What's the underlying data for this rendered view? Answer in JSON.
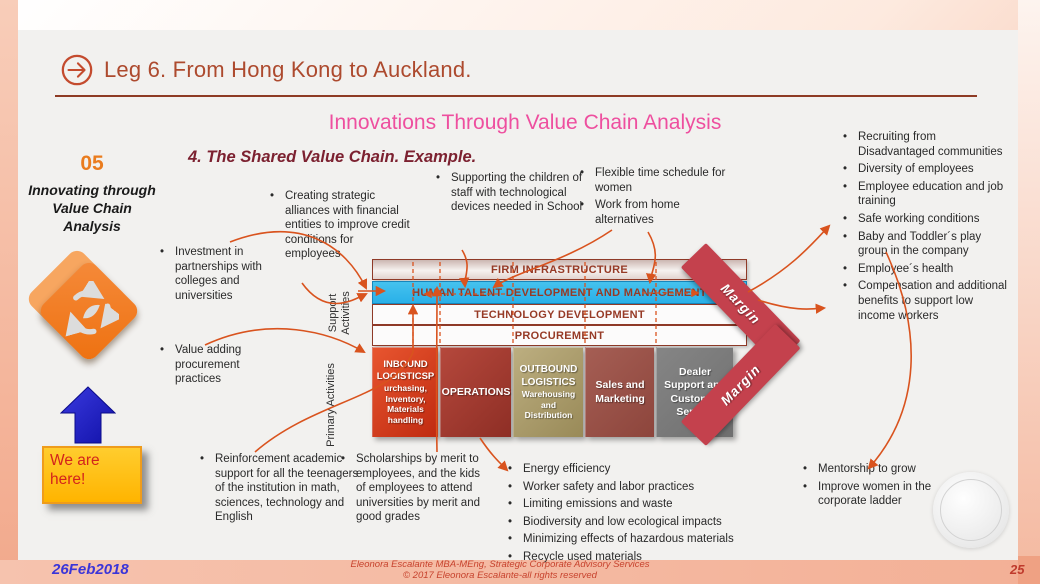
{
  "header": {
    "title": "Leg 6. From Hong Kong to Auckland."
  },
  "titles": {
    "main": "Innovations Through Value Chain Analysis",
    "sub": "4. The Shared Value Chain. Example."
  },
  "left_panel": {
    "number": "05",
    "label": "Innovating through Value Chain Analysis",
    "we_are_here": "We are here!"
  },
  "notes": {
    "investment": "Investment in partnerships with colleges and universities",
    "value_adding": "Value adding procurement practices",
    "creating": "Creating strategic alliances with financial entities to improve credit conditions for employees",
    "supporting": "Supporting the children of staff with technological devices needed in School",
    "flexible": [
      "Flexible time schedule for women",
      "Work from home alternatives"
    ],
    "hr_list": [
      "Recruiting from Disadvantaged communities",
      "Diversity of employees",
      "Employee education and job training",
      "Safe working conditions",
      "Baby and Toddler´s play group in the company",
      "Employee´s health",
      "Compensation and additional benefits to support low income workers"
    ],
    "reinforcement": "Reinforcement academic support for all the teenagers of the institution in math, sciences, technology and English",
    "scholarships": "Scholarships by merit to employees, and the kids of employees to attend universities by merit and good grades",
    "operations_list": [
      "Energy efficiency",
      "Worker safety and labor practices",
      "Limiting emissions and waste",
      "Biodiversity and low ecological impacts",
      "Minimizing effects of hazardous materials",
      "Recycle used materials"
    ],
    "mentorship_list": [
      "Mentorship to grow",
      "Improve women in the corporate ladder"
    ]
  },
  "value_chain": {
    "support_label": "Support Activities",
    "primary_label": "Primary Activities",
    "support_bars": [
      "FIRM INFRASTRUCTURE",
      "HUMAN TALENT DEVELOPMENT AND MANAGEMENT",
      "TECHNOLOGY DEVELOPMENT",
      "PROCUREMENT"
    ],
    "primary_boxes": [
      {
        "title": "INBOUND LOGISTICSP",
        "sub": "urchasing, Inventory, Materials handling"
      },
      {
        "title": "OPERATIONS",
        "sub": ""
      },
      {
        "title": "OUTBOUND LOGISTICS",
        "sub": "Warehousing and Distribution"
      },
      {
        "title": "Sales and Marketing",
        "sub": ""
      },
      {
        "title": "Dealer Support and Customer Service",
        "sub": ""
      }
    ],
    "margin_label": "Margin"
  },
  "footer": {
    "date": "26Feb2018",
    "line1": "Eleonora Escalante MBA-MEng, Strategic Corporate Advisory Services",
    "line2": "© 2017 Eleonora Escalante-all rights reserved",
    "page_number": "25"
  },
  "colors": {
    "accent_connector": "#d9531e",
    "title_brick": "#ad4a2e",
    "magenta": "#ee4f9f",
    "maroon": "#7c2130",
    "chain_blue": "#29b0e8",
    "margin_red": "#c4414d",
    "inbound_red": "#cf3a1b",
    "outbound_tan": "#ab9d6c",
    "sales_brown": "#96544b",
    "dealer_gray": "#7c7c7c",
    "date_blue": "#3b35d8",
    "footer_red": "#c7432e",
    "callout_yellow": "#ffc000",
    "callout_text_red": "#d3231c",
    "number_orange": "#ea7c1e",
    "diamond_orange": "#ee7110"
  }
}
